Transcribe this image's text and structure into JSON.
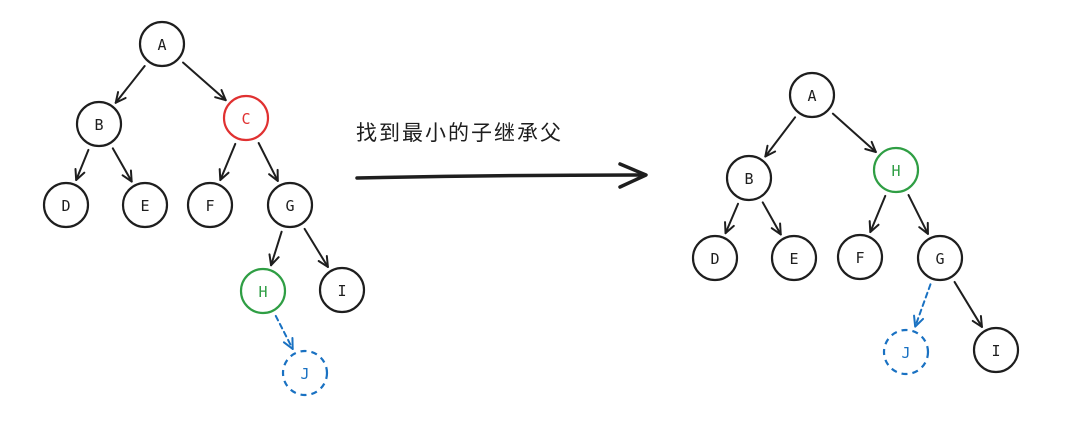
{
  "colors": {
    "default": "#1e1e1e",
    "removed": "#e03131",
    "successor": "#2f9e44",
    "child": "#1971c2"
  },
  "caption": "找到最小的子继承父",
  "left_tree": {
    "nodes": [
      {
        "id": "A",
        "label": "A",
        "state": "default"
      },
      {
        "id": "B",
        "label": "B",
        "state": "default"
      },
      {
        "id": "C",
        "label": "C",
        "state": "removed"
      },
      {
        "id": "D",
        "label": "D",
        "state": "default"
      },
      {
        "id": "E",
        "label": "E",
        "state": "default"
      },
      {
        "id": "F",
        "label": "F",
        "state": "default"
      },
      {
        "id": "G",
        "label": "G",
        "state": "default"
      },
      {
        "id": "H",
        "label": "H",
        "state": "successor"
      },
      {
        "id": "I",
        "label": "I",
        "state": "default"
      },
      {
        "id": "J",
        "label": "J",
        "state": "child",
        "dashed": true
      }
    ],
    "edges": [
      {
        "from": "A",
        "to": "B"
      },
      {
        "from": "A",
        "to": "C"
      },
      {
        "from": "B",
        "to": "D"
      },
      {
        "from": "B",
        "to": "E"
      },
      {
        "from": "C",
        "to": "F"
      },
      {
        "from": "C",
        "to": "G"
      },
      {
        "from": "G",
        "to": "H"
      },
      {
        "from": "G",
        "to": "I"
      },
      {
        "from": "H",
        "to": "J",
        "dashed": true
      }
    ]
  },
  "right_tree": {
    "nodes": [
      {
        "id": "A",
        "label": "A",
        "state": "default"
      },
      {
        "id": "B",
        "label": "B",
        "state": "default"
      },
      {
        "id": "H",
        "label": "H",
        "state": "successor"
      },
      {
        "id": "D",
        "label": "D",
        "state": "default"
      },
      {
        "id": "E",
        "label": "E",
        "state": "default"
      },
      {
        "id": "F",
        "label": "F",
        "state": "default"
      },
      {
        "id": "G",
        "label": "G",
        "state": "default"
      },
      {
        "id": "J",
        "label": "J",
        "state": "child",
        "dashed": true
      },
      {
        "id": "I",
        "label": "I",
        "state": "default"
      }
    ],
    "edges": [
      {
        "from": "A",
        "to": "B"
      },
      {
        "from": "A",
        "to": "H"
      },
      {
        "from": "B",
        "to": "D"
      },
      {
        "from": "B",
        "to": "E"
      },
      {
        "from": "H",
        "to": "F"
      },
      {
        "from": "H",
        "to": "G"
      },
      {
        "from": "G",
        "to": "J",
        "dashed": true
      },
      {
        "from": "G",
        "to": "I"
      }
    ]
  }
}
